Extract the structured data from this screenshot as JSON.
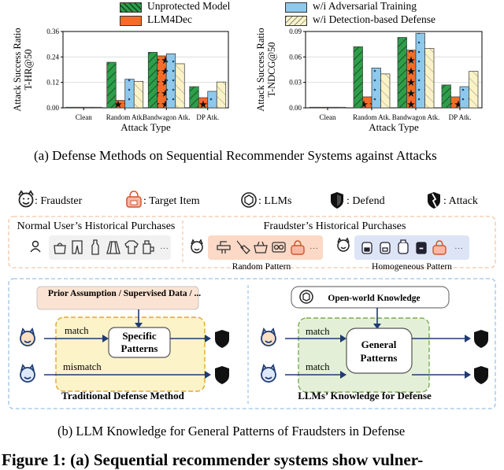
{
  "legend": {
    "items": [
      {
        "label": "Unprotected Model",
        "color": "#2e9e4a",
        "pattern": "hatch"
      },
      {
        "label": "w/i Adversarial Training",
        "color": "#8ec9ec",
        "pattern": "dots"
      },
      {
        "label": "LLM4Dec",
        "color": "#f26c2a",
        "pattern": "stars"
      },
      {
        "label": "w/i Detection-based Defense",
        "color": "#fbf3c6",
        "pattern": "slash"
      }
    ]
  },
  "chart_data": [
    {
      "type": "bar",
      "ylabel": "Attack Success Ratio T-HR@50",
      "xlabel": "Attack Type",
      "categories": [
        "Clean",
        "Random Atk.",
        "Bandwagon Atk.",
        "DP Atk."
      ],
      "yticks": [
        "0.00",
        "0.12",
        "0.24",
        "0.36"
      ],
      "ylim": [
        0,
        0.36
      ],
      "series": [
        {
          "name": "Unprotected Model",
          "values": [
            0.0,
            0.215,
            0.262,
            0.1
          ]
        },
        {
          "name": "LLM4Dec",
          "values": [
            0.0,
            0.035,
            0.245,
            0.048
          ]
        },
        {
          "name": "w/i Adversarial Training",
          "values": [
            0.0,
            0.135,
            0.255,
            0.078
          ]
        },
        {
          "name": "w/i Detection-based Defense",
          "values": [
            0.0,
            0.125,
            0.208,
            0.122
          ]
        }
      ]
    },
    {
      "type": "bar",
      "ylabel": "Attack Success Ratio T-NDCG@50",
      "xlabel": "Attack Type",
      "categories": [
        "Clean",
        "Random Atk.",
        "Bandwagon Atk.",
        "DP Atk."
      ],
      "yticks": [
        "0.00",
        "0.03",
        "0.06",
        "0.09"
      ],
      "ylim": [
        0,
        0.09
      ],
      "series": [
        {
          "name": "Unprotected Model",
          "values": [
            0.0,
            0.072,
            0.083,
            0.027
          ]
        },
        {
          "name": "LLM4Dec",
          "values": [
            0.0,
            0.013,
            0.068,
            0.013
          ]
        },
        {
          "name": "w/i Adversarial Training",
          "values": [
            0.0,
            0.047,
            0.088,
            0.025
          ]
        },
        {
          "name": "w/i Detection-based Defense",
          "values": [
            0.0,
            0.04,
            0.07,
            0.043
          ]
        }
      ]
    }
  ],
  "caption_a": "(a)  Defense Methods on Sequential Recommender Systems against Attacks",
  "icon_legend": {
    "fraudster": ": Fraudster",
    "target": ": Target Item",
    "llms": ": LLMs",
    "defend": ": Defend",
    "attack": ": Attack"
  },
  "purchases": {
    "normal_title": "Normal User’s Historical Purchases",
    "fraud_title": "Fraudster’s Historical Purchases",
    "random_label": "Random Pattern",
    "homog_label": "Homogeneous Pattern",
    "ellipsis": "···"
  },
  "traditional": {
    "prior": "Prior Assumption / Supervised Data / ...",
    "specific": "Specific Patterns",
    "match": "match",
    "mismatch": "mismatch",
    "title": "Traditional Defense Method"
  },
  "llm": {
    "knowledge": "Open-world Knowledge",
    "general": "General Patterns",
    "match1": "match",
    "match2": "match",
    "title": "LLMs’ Knowledge for Defense"
  },
  "caption_b": "(b)  LLM Knowledge for General Patterns of Fraudsters in Defense",
  "figure_caption": "Figure 1: (a) Sequential recommender systems show vulner-"
}
